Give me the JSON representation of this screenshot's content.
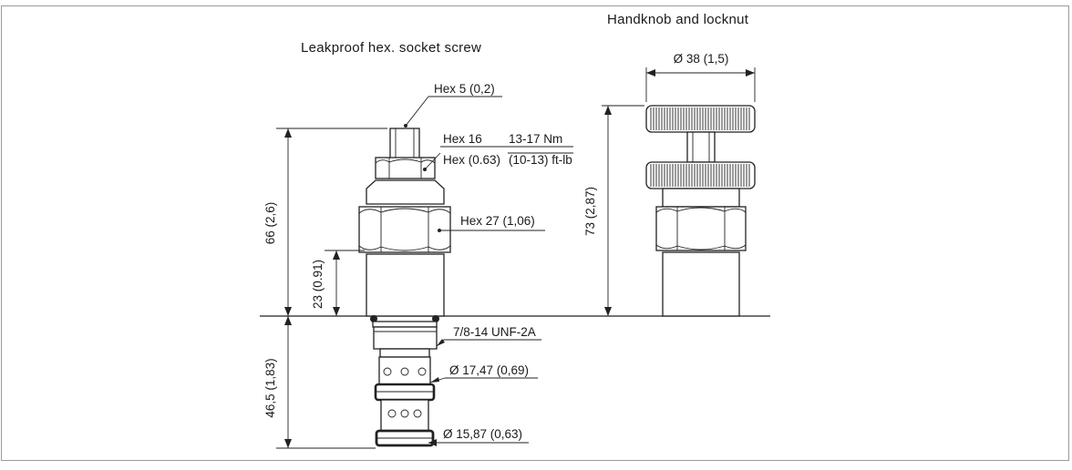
{
  "titles": {
    "left": "Leakproof hex. socket screw",
    "right": "Handknob and locknut"
  },
  "labels": {
    "hex_small": "Hex  5 (0,2)",
    "hex16_a": "Hex 16",
    "hex16_b": "Hex (0.63)",
    "torque_nm": "13-17 Nm",
    "torque_ftlb": "(10-13) ft-lb",
    "hex27": "Hex  27 (1,06)",
    "thread": "7/8-14 UNF-2A",
    "dia_large": "Ø 17,47 (0,69)",
    "dia_small": "Ø 15,87 (0,63)",
    "dia_knob": "Ø 38 (1,5)"
  },
  "dimensions": {
    "height_total": "66 (2,6)",
    "height_lower": "23 (0.91)",
    "height_cartridge": "46,5 (1,83)",
    "height_knob": "73 (2,87)"
  }
}
